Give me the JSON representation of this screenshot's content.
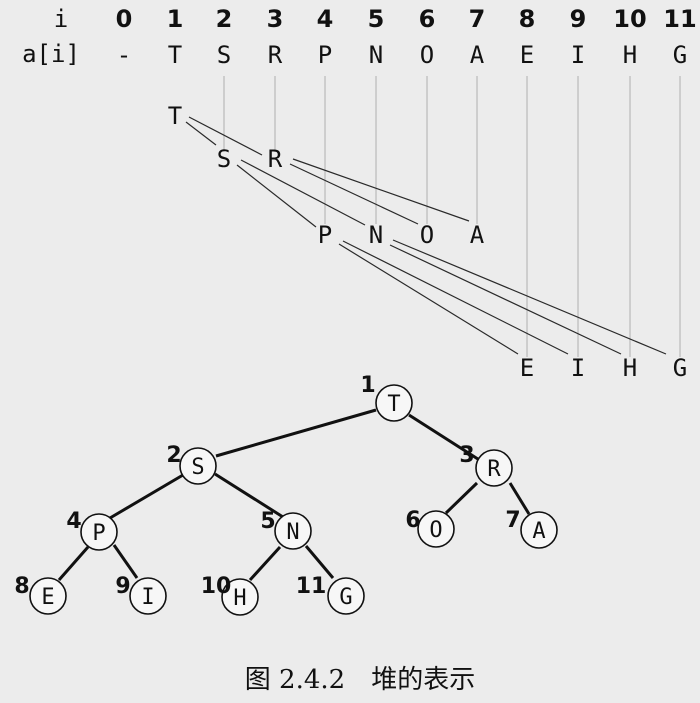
{
  "header": {
    "index_label": "i",
    "array_label": "a[i]",
    "indices": [
      "0",
      "1",
      "2",
      "3",
      "4",
      "5",
      "6",
      "7",
      "8",
      "9",
      "10",
      "11"
    ],
    "values": [
      "-",
      "T",
      "S",
      "R",
      "P",
      "N",
      "O",
      "A",
      "E",
      "I",
      "H",
      "G"
    ]
  },
  "levels": [
    [
      "T"
    ],
    [
      "S",
      "R"
    ],
    [
      "P",
      "N",
      "O",
      "A"
    ],
    [
      "E",
      "I",
      "H",
      "G"
    ]
  ],
  "tree": {
    "nodes": [
      {
        "index": "1",
        "value": "T"
      },
      {
        "index": "2",
        "value": "S"
      },
      {
        "index": "3",
        "value": "R"
      },
      {
        "index": "4",
        "value": "P"
      },
      {
        "index": "5",
        "value": "N"
      },
      {
        "index": "6",
        "value": "O"
      },
      {
        "index": "7",
        "value": "A"
      },
      {
        "index": "8",
        "value": "E"
      },
      {
        "index": "9",
        "value": "I"
      },
      {
        "index": "10",
        "value": "H"
      },
      {
        "index": "11",
        "value": "G"
      }
    ]
  },
  "caption": "图 2.4.2　堆的表示"
}
